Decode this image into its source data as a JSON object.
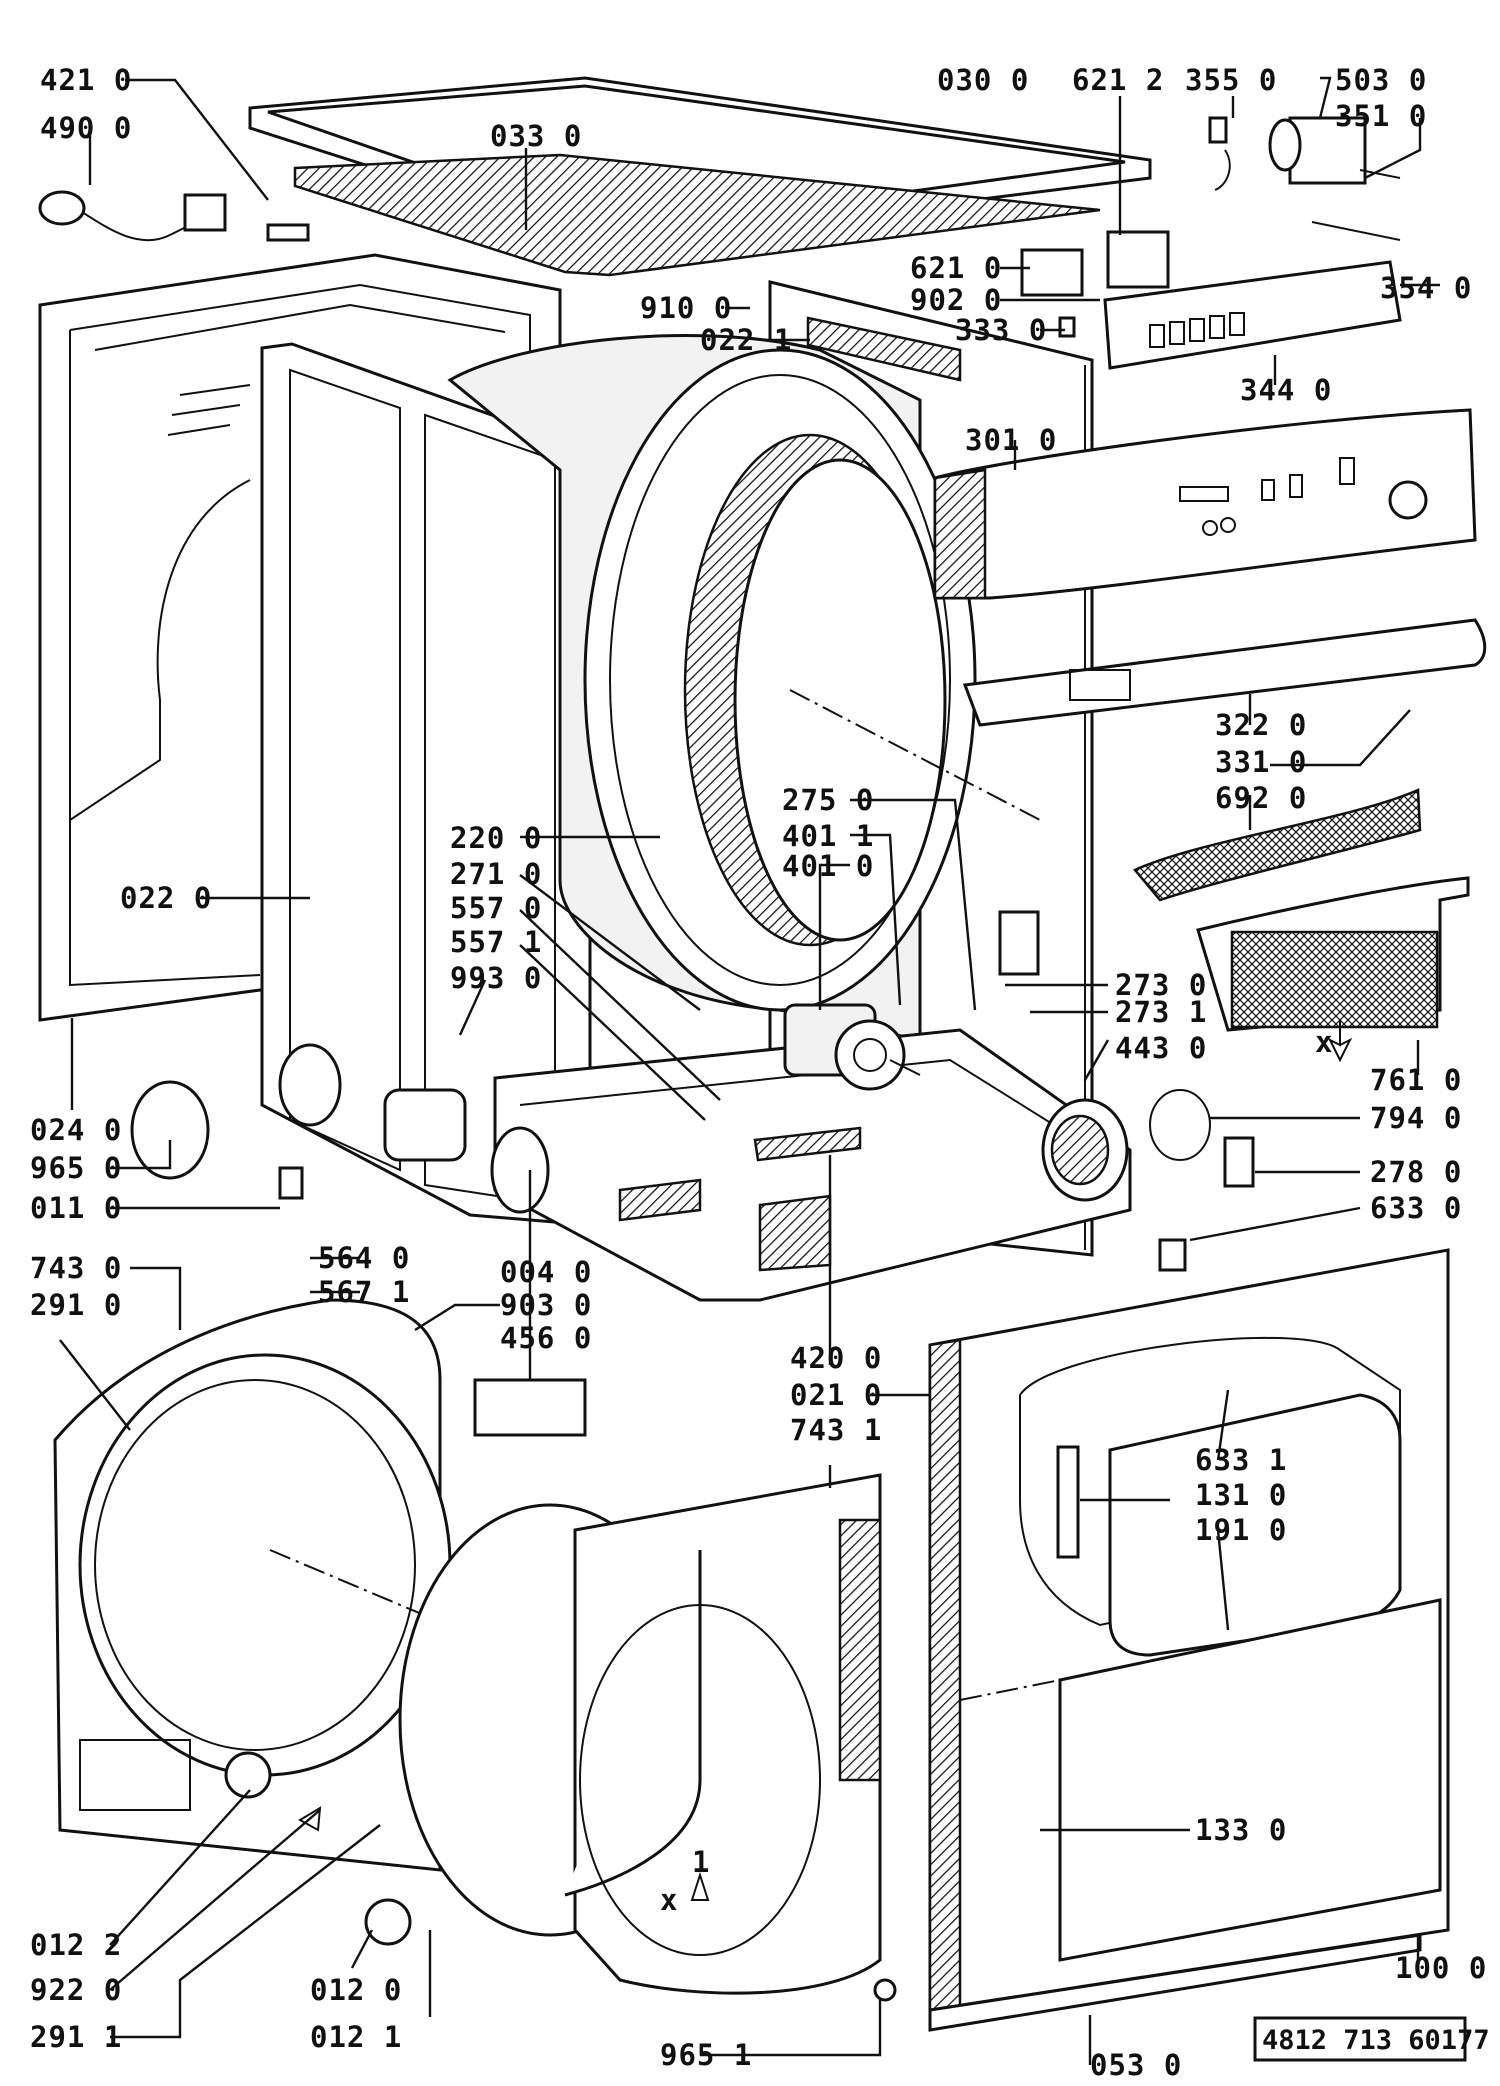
{
  "diagram": {
    "reference_number": "4812 713 60177",
    "labels": [
      {
        "id": "l421",
        "text": "421 0"
      },
      {
        "id": "l490",
        "text": "490 0"
      },
      {
        "id": "l030",
        "text": "030 0"
      },
      {
        "id": "l033",
        "text": "033 0"
      },
      {
        "id": "l621_2",
        "text": "621 2"
      },
      {
        "id": "l355",
        "text": "355 0"
      },
      {
        "id": "l503",
        "text": "503 0"
      },
      {
        "id": "l351",
        "text": "351 0"
      },
      {
        "id": "l621_0",
        "text": "621 0"
      },
      {
        "id": "l902",
        "text": "902 0"
      },
      {
        "id": "l910",
        "text": "910 0"
      },
      {
        "id": "l022_1",
        "text": "022 1"
      },
      {
        "id": "l333",
        "text": "333 0"
      },
      {
        "id": "l354",
        "text": "354 0"
      },
      {
        "id": "l344",
        "text": "344 0"
      },
      {
        "id": "l301",
        "text": "301 0"
      },
      {
        "id": "l322",
        "text": "322 0"
      },
      {
        "id": "l331",
        "text": "331 0"
      },
      {
        "id": "l692",
        "text": "692 0"
      },
      {
        "id": "l275",
        "text": "275 0"
      },
      {
        "id": "l401_1",
        "text": "401 1"
      },
      {
        "id": "l401_0",
        "text": "401 0"
      },
      {
        "id": "l220",
        "text": "220 0"
      },
      {
        "id": "l271",
        "text": "271 0"
      },
      {
        "id": "l557_0",
        "text": "557 0"
      },
      {
        "id": "l557_1",
        "text": "557 1"
      },
      {
        "id": "l993",
        "text": "993 0"
      },
      {
        "id": "l022_0",
        "text": "022 0"
      },
      {
        "id": "l273_0",
        "text": "273 0"
      },
      {
        "id": "l273_1",
        "text": "273 1"
      },
      {
        "id": "l443",
        "text": "443 0"
      },
      {
        "id": "l761",
        "text": "761 0"
      },
      {
        "id": "l794",
        "text": "794 0"
      },
      {
        "id": "l278",
        "text": "278 0"
      },
      {
        "id": "l633_0",
        "text": "633 0"
      },
      {
        "id": "l024",
        "text": "024 0"
      },
      {
        "id": "l965_0",
        "text": "965 0"
      },
      {
        "id": "l011",
        "text": "011 0"
      },
      {
        "id": "l743_0",
        "text": "743 0"
      },
      {
        "id": "l291_0",
        "text": "291 0"
      },
      {
        "id": "l564",
        "text": "564 0"
      },
      {
        "id": "l567",
        "text": "567 1"
      },
      {
        "id": "l004",
        "text": "004 0"
      },
      {
        "id": "l903",
        "text": "903 0"
      },
      {
        "id": "l456",
        "text": "456 0"
      },
      {
        "id": "l420",
        "text": "420 0"
      },
      {
        "id": "l021",
        "text": "021 0"
      },
      {
        "id": "l743_1",
        "text": "743 1"
      },
      {
        "id": "l633_1",
        "text": "633 1"
      },
      {
        "id": "l131",
        "text": "131 0"
      },
      {
        "id": "l191",
        "text": "191 0"
      },
      {
        "id": "l133",
        "text": "133 0"
      },
      {
        "id": "l100",
        "text": "100 0"
      },
      {
        "id": "l012_2",
        "text": "012 2"
      },
      {
        "id": "l922",
        "text": "922 0"
      },
      {
        "id": "l291_1",
        "text": "291 1"
      },
      {
        "id": "l012_0",
        "text": "012 0"
      },
      {
        "id": "l012_1",
        "text": "012 1"
      },
      {
        "id": "l965_1",
        "text": "965 1"
      },
      {
        "id": "l053",
        "text": "053 0"
      }
    ],
    "markers": {
      "x_mark": "x",
      "arrow_num": "1"
    }
  }
}
